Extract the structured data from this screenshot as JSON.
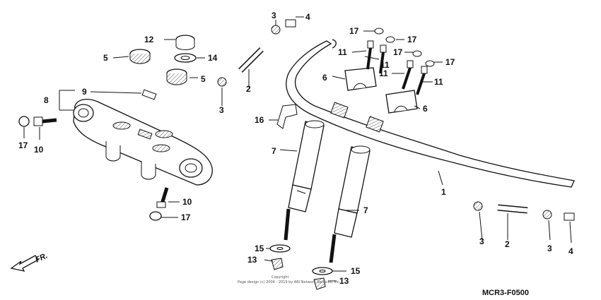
{
  "callouts": {
    "c1": "1",
    "c2a": "2",
    "c2b": "2",
    "c3a": "3",
    "c3b": "3",
    "c3c": "3",
    "c3d": "3",
    "c4a": "4",
    "c4b": "4",
    "c5a": "5",
    "c5b": "5",
    "c6a": "6",
    "c6b": "6",
    "c7a": "7",
    "c7b": "7",
    "c8": "8",
    "c9": "9",
    "c10a": "10",
    "c10b": "10",
    "c11a": "11",
    "c11b": "11",
    "c11c": "11",
    "c11d": "11",
    "c12": "12",
    "c13a": "13",
    "c13b": "13",
    "c14": "14",
    "c15a": "15",
    "c15b": "15",
    "c16": "16",
    "c17a": "17",
    "c17b": "17",
    "c17c": "17",
    "c17d": "17",
    "c17e": "17",
    "c17f": "17"
  },
  "diagram_code": "MCR3-F0500",
  "direction_label": "FR.",
  "copyright_line1": "Copyright",
  "copyright_line2": "Page design (c) 2004 - 2019 by ARI Network Services, Inc.",
  "colors": {
    "ink": "#111111",
    "fill": "#ffffff",
    "shade": "#8a8a8a"
  }
}
